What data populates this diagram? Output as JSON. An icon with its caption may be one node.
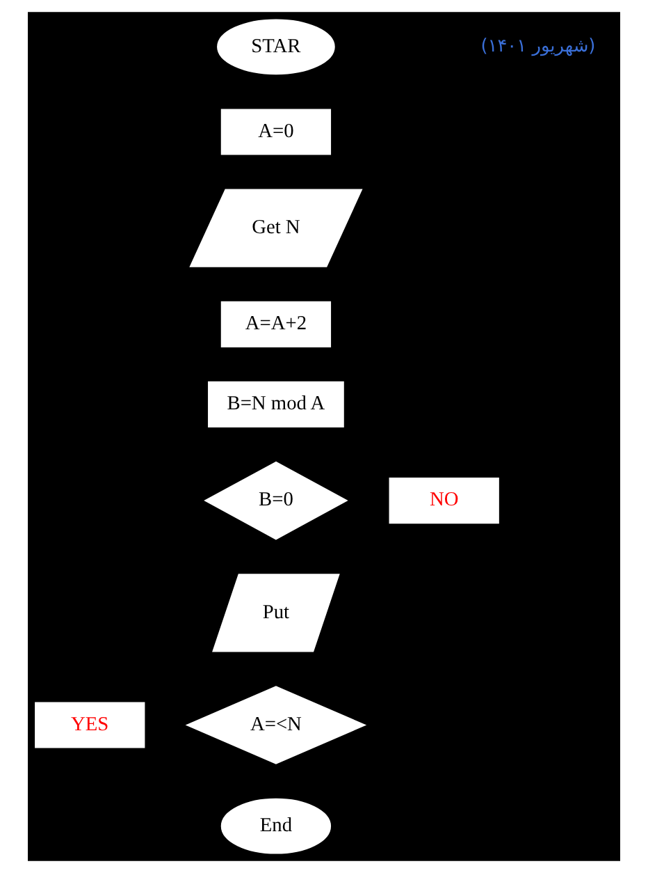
{
  "diagram": {
    "nodes": [
      {
        "text": [
          "STAR"
        ]
      },
      {
        "text": [
          "A=0"
        ]
      },
      {
        "text": [
          "Get N"
        ]
      },
      {
        "text": [
          "A=A+2"
        ]
      },
      {
        "text": [
          "B=N mod A"
        ]
      },
      {
        "text": [
          "NO"
        ]
      },
      {
        "text": [
          "B=0"
        ]
      },
      {
        "text": [
          "Put"
        ]
      },
      {
        "text": [
          "YES"
        ]
      },
      {
        "text": [
          "A=<N"
        ]
      },
      {
        "text": [
          "End"
        ]
      }
    ],
    "edges": [],
    "labels": [
      "(شهریور ۱۴۰۱)"
    ]
  }
}
